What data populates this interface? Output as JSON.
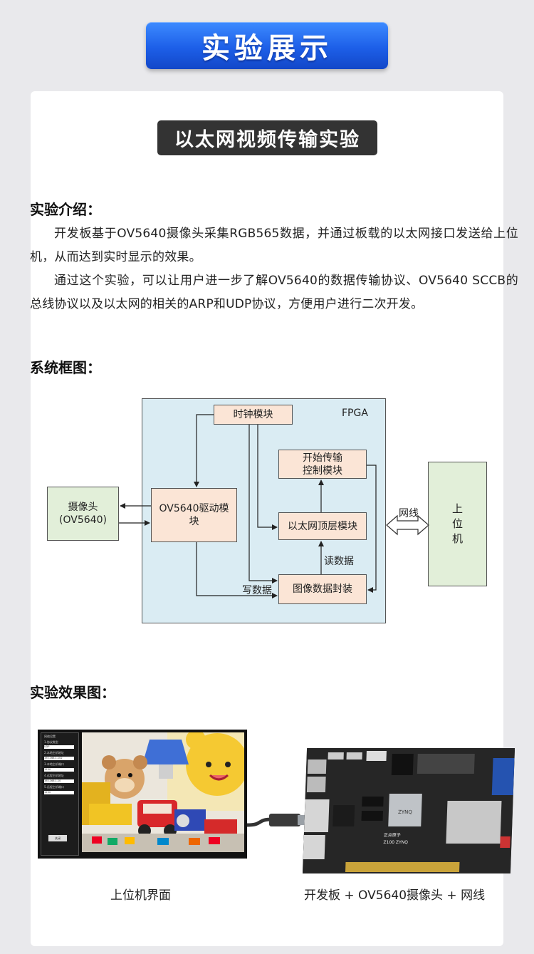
{
  "banner": {
    "title": "实验展示"
  },
  "sub_banner": {
    "title": "以太网视频传输实验"
  },
  "intro": {
    "heading": "实验介绍：",
    "p1": "开发板基于OV5640摄像头采集RGB565数据，并通过板载的以太网接口发送给上位机，从而达到实时显示的效果。",
    "p2": "通过这个实验，可以让用户进一步了解OV5640的数据传输协议、OV5640 SCCB的总线协议以及以太网的相关的ARP和UDP协议，方便用户进行二次开发。"
  },
  "diagram": {
    "heading": "系统框图：",
    "fpga_label": "FPGA",
    "clock": "时钟模块",
    "ctrl_l1": "开始传输",
    "ctrl_l2": "控制模块",
    "driver_l1": "OV5640驱动模",
    "driver_l2": "块",
    "eth_top": "以太网顶层模块",
    "packer": "图像数据封装",
    "camera_l1": "摄像头",
    "camera_l2": "(OV5640)",
    "pc_l1": "上",
    "pc_l2": "位",
    "pc_l3": "机",
    "net_label": "网线",
    "read_label": "读数据",
    "write_label": "写数据"
  },
  "results": {
    "heading": "实验效果图：",
    "left_caption": "上位机界面",
    "right_caption": "开发板 + OV5640摄像头 + 网线",
    "panel": {
      "title": "网络设置",
      "l1": "1.协议类型",
      "v1": "UDP",
      "l2": "2.本地主机地址",
      "v2": "192.168.1.102",
      "l3": "3.本地主机端口",
      "v3": "1234",
      "l4": "4.远程主机地址",
      "v4": "192.168.1.10",
      "l5": "5.远程主机端口",
      "v5": "1234",
      "btn": "关闭"
    },
    "board_text": {
      "brand": "正点原子",
      "model": "Z100 ZYNQ",
      "chip": "ZYNQ"
    }
  },
  "colors": {
    "banner_blue": "#1d5fe8",
    "fpga_bg": "#daecf3",
    "block_fill": "#fbe5d6",
    "ext_fill": "#e2efd9"
  }
}
